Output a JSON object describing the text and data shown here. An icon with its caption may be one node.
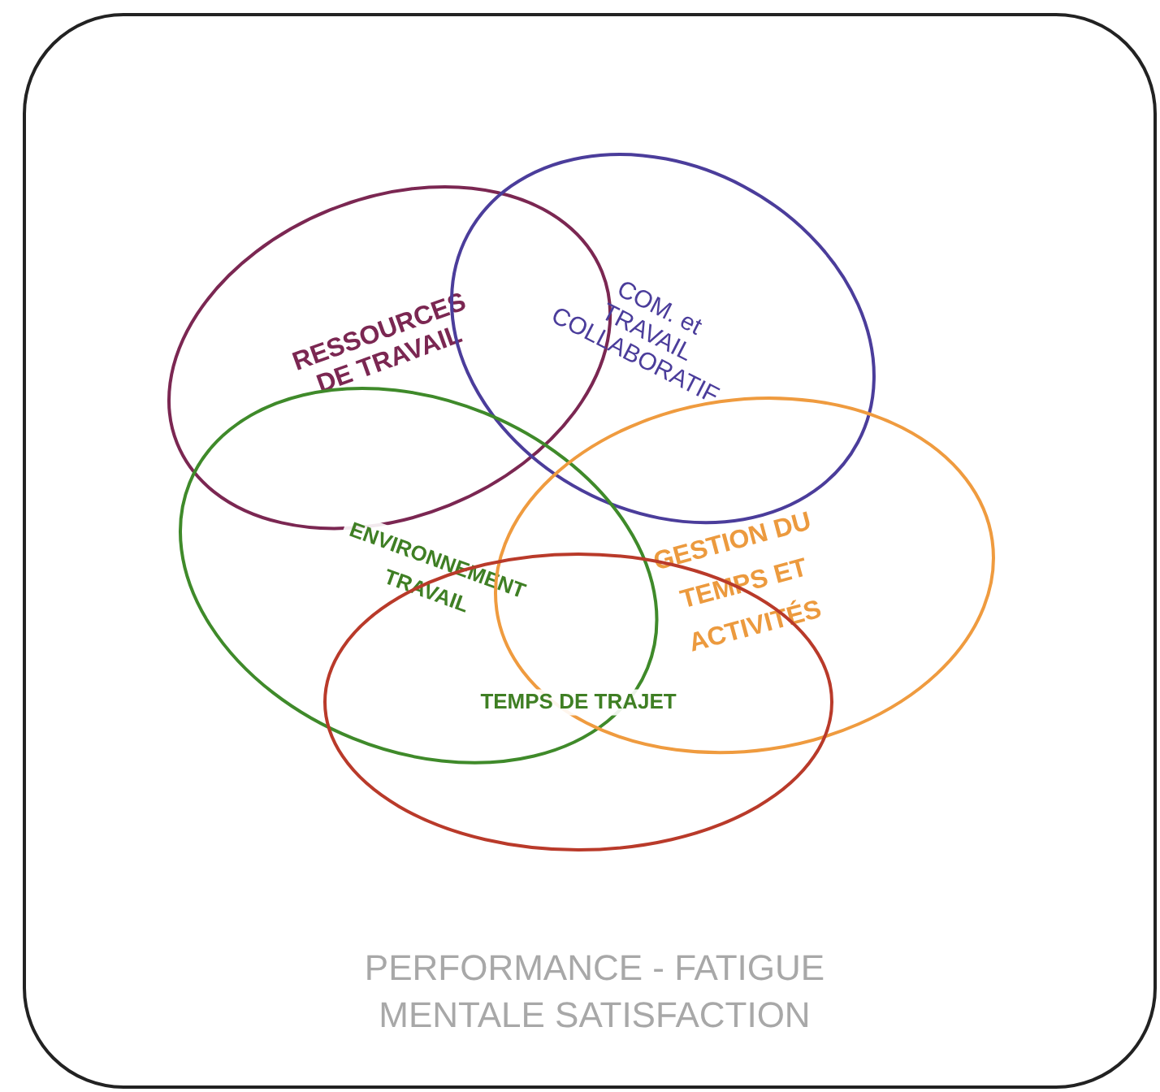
{
  "diagram": {
    "nodes": [
      {
        "text": [
          "PERFORMANCE - FATIGUE MENTALE SATISFACTION"
        ]
      },
      {
        "text": [
          "RESSOURCES DE TRAVAIL"
        ],
        "in": 0
      },
      {
        "text": [
          "COM. et TRAVAIL COLLABORATIF"
        ],
        "in": 0
      },
      {
        "text": [
          "ENVIRONNEMENT TRAVAIL"
        ],
        "in": 0
      },
      {
        "text": [
          "GESTION DU TEMPS ET ACTIVITÉS"
        ],
        "in": 0
      },
      {
        "text": [
          "TEMPS DE TRAJET"
        ],
        "in": 0
      }
    ],
    "edges": []
  }
}
